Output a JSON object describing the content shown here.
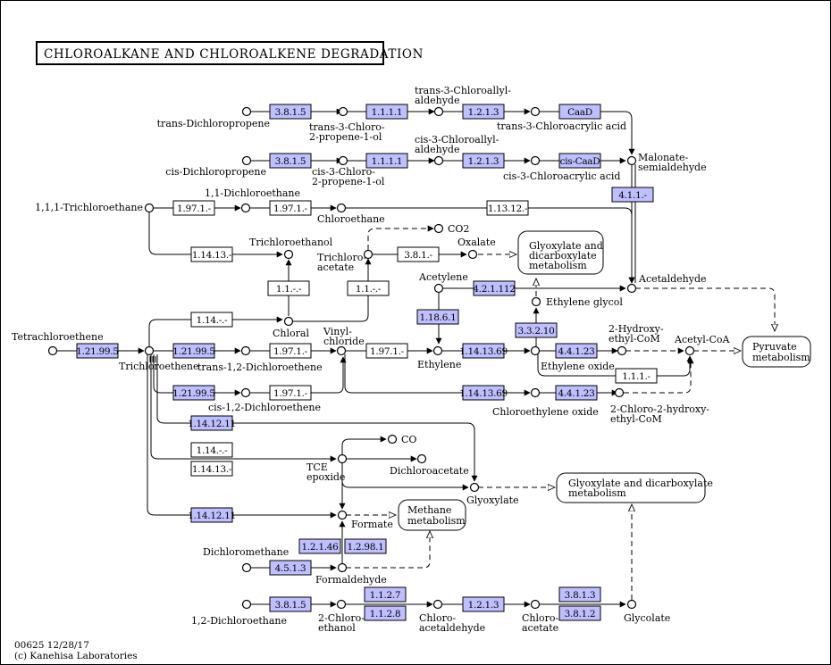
{
  "title": "CHLOROALKANE AND CHLOROALKENE DEGRADATION",
  "footer": {
    "id_date": "00625 12/28/17",
    "copyright": "(c) Kanehisa Laboratories"
  },
  "enzymes": {
    "e_3815_a": "3.8.1.5",
    "e_1111_a": "1.1.1.1",
    "e_1213_a": "1.2.1.3",
    "e_caad": "CaaD",
    "e_3815_b": "3.8.1.5",
    "e_1111_b": "1.1.1.1",
    "e_1213_b": "1.2.1.3",
    "e_ciscaad": "cis-CaaD",
    "e_411": "4.1.1.-",
    "e_1971_a": "1.97.1.-",
    "e_1971_b": "1.97.1.-",
    "e_11312": "1.13.12.-",
    "e_11413_a": "1.14.13.-",
    "e_381": "3.8.1.-",
    "e_11_a": "1.1.-.-",
    "e_11_b": "1.1.-.-",
    "e_4211112": "4.2.1.112",
    "e_11861": "1.18.6.1",
    "e_33210": "3.3.2.10",
    "e_114_a": "1.14.-.-",
    "e_121995_a": "1.21.99.5",
    "e_121995_b": "1.21.99.5",
    "e_121995_c": "1.21.99.5",
    "e_1971_c": "1.97.1.-",
    "e_1971_d": "1.97.1.-",
    "e_1971_e": "1.97.1.-",
    "e_1141369_a": "1.14.13.69",
    "e_1141369_b": "1.14.13.69",
    "e_44123_a": "4.4.1.23",
    "e_44123_b": "4.4.1.23",
    "e_111": "1.1.1.-",
    "e_1141211_a": "1.14.12.11",
    "e_114_b": "1.14.-.-",
    "e_11413_b": "1.14.13.-",
    "e_1141211_b": "1.14.12.11",
    "e_12146": "1.2.1.46",
    "e_12981": "1.2.98.1",
    "e_4513": "4.5.1.3",
    "e_3815_c": "3.8.1.5",
    "e_1127": "1.1.2.7",
    "e_1128": "1.1.2.8",
    "e_1213_c": "1.2.1.3",
    "e_3813": "3.8.1.3",
    "e_3812": "3.8.1.2"
  },
  "compounds": {
    "trans_dichloropropene": "trans-Dichloropropene",
    "trans_chloropropenol_1": "trans-3-Chloro-",
    "trans_chloropropenol_2": "2-propene-1-ol",
    "trans_chloroallyl_1": "trans-3-Chloroallyl-",
    "trans_chloroallyl_2": "aldehyde",
    "trans_chloroacrylic": "trans-3-Chloroacrylic acid",
    "malonate_1": "Malonate-",
    "malonate_2": "semialdehyde",
    "cis_dichloropropene": "cis-Dichloropropene",
    "cis_chloropropenol_1": "cis-3-Chloro-",
    "cis_chloropropenol_2": "2-propene-1-ol",
    "cis_chloroallyl_1": "cis-3-Chloroallyl-",
    "cis_chloroallyl_2": "aldehyde",
    "cis_chloroacrylic": "cis-3-Chloroacrylic acid",
    "trichloroethane": "1,1,1-Trichloroethane",
    "dichloroethane_11": "1,1-Dichloroethane",
    "chloroethane": "Chloroethane",
    "trichloroethanol": "Trichloroethanol",
    "co2": "CO2",
    "oxalate": "Oxalate",
    "trichloroacetate_1": "Trichloro-",
    "trichloroacetate_2": "acetate",
    "acetylene": "Acetylene",
    "acetaldehyde": "Acetaldehyde",
    "ethylene_glycol": "Ethylene glycol",
    "chloral": "Chloral",
    "tetrachloroethene": "Tetrachloroethene",
    "trichloroethene": "Trichloroethene",
    "trans_dce": "trans-1,2-Dichloroethene",
    "vinyl_chloride_1": "Vinyl-",
    "vinyl_chloride_2": "chloride",
    "ethylene": "Ethylene",
    "ethylene_oxide": "Ethylene oxide",
    "hydroxyethyl_coa_1": "2-Hydroxy-",
    "hydroxyethyl_coa_2": "ethyl-CoM",
    "acetyl_coa": "Acetyl-CoA",
    "cis_dce": "cis-1,2-Dichloroethene",
    "chloroethylene_oxide": "Chloroethylene oxide",
    "chloro_hydroxyethyl_1": "2-Chloro-2-hydroxy-",
    "chloro_hydroxyethyl_2": "ethyl-CoM",
    "co": "CO",
    "tce_epoxide_1": "TCE",
    "tce_epoxide_2": "epoxide",
    "dichloroacetate": "Dichloroacetate",
    "glyoxylate": "Glyoxylate",
    "formate": "Formate",
    "dichloromethane": "Dichloromethane",
    "formaldehyde": "Formaldehyde",
    "dichloroethane_12": "1,2-Dichloroethane",
    "chloroethanol_1": "2-Chloro-",
    "chloroethanol_2": "ethanol",
    "chloroacetaldehyde_1": "Chloro-",
    "chloroacetaldehyde_2": "acetaldehyde",
    "chloroacetate_1": "Chloro-",
    "chloroacetate_2": "acetate",
    "glycolate": "Glycolate"
  },
  "maps": {
    "glyoxylate_top_1": "Glyoxylate and",
    "glyoxylate_top_2": "dicarboxylate",
    "glyoxylate_top_3": "metabolism",
    "pyruvate_1": "Pyruvate",
    "pyruvate_2": "metabolism",
    "glyoxylate_bot_1": "Glyoxylate and dicarboxylate",
    "glyoxylate_bot_2": "metabolism",
    "methane_1": "Methane",
    "methane_2": "metabolism"
  },
  "colors": {
    "highlight_enzyme": "#bfbfff",
    "plain_enzyme": "#ffffff",
    "line": "#000000"
  }
}
